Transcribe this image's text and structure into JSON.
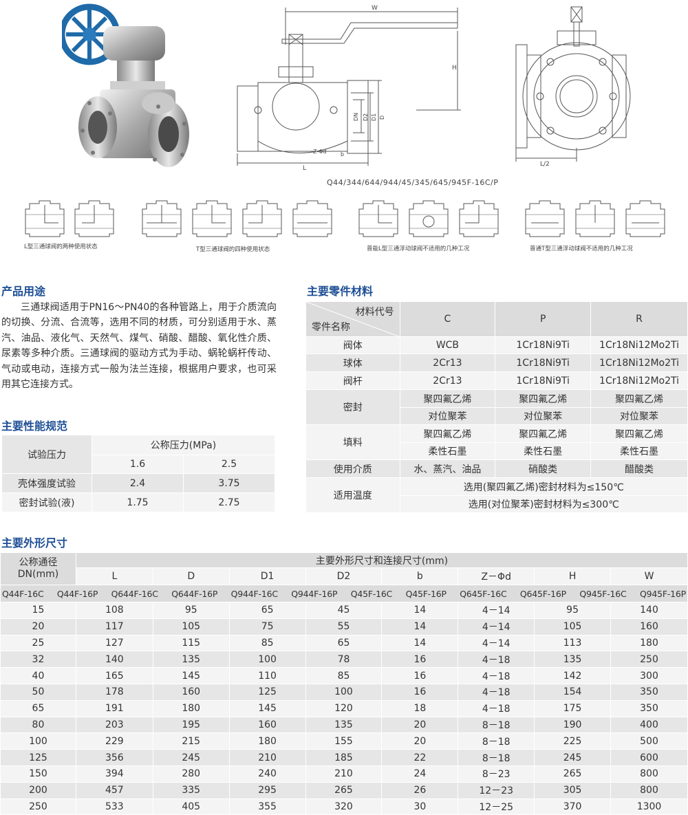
{
  "diagram": {
    "model_caption": "Q44/344/644/944/45/345/645/945F-16C/P",
    "dim_labels": {
      "W": "W",
      "H": "H",
      "L": "L",
      "DN": "DN",
      "D2": "D2",
      "D1": "D1",
      "D": "D",
      "ZD": "Z-Φd",
      "b": "b",
      "L2": "L/2"
    },
    "captions": [
      "L型三通球阀的两种使用状态",
      "T型三通球阀的四种使用状态",
      "普能L型三通浮动球阀不适用的几种工况",
      "普通T型三通浮动球阀不适用的几种工况"
    ]
  },
  "usage": {
    "title": "产品用途",
    "text": "三通球阀适用于PN16～PN40的各种管路上，用于介质流向的切换、分流、合流等，选用不同的材质，可分别适用于水、蒸汽、油品、液化气、天然气、煤气、硝酸、醋酸、氧化性介质、尿素等多种介质。三通球阀的驱动方式为手动、蜗轮蜗杆传动、气动或电动，连接方式一般为法兰连接，根据用户要求，也可采用其它连接方式。"
  },
  "perf": {
    "title": "主要性能规范",
    "label": "试验压力",
    "pressure_header": "公称压力(MPa)",
    "p1": "1.6",
    "p2": "2.5",
    "rows": [
      {
        "name": "壳体强度试验",
        "v1": "2.4",
        "v2": "3.75"
      },
      {
        "name": "密封试验(液)",
        "v1": "1.75",
        "v2": "2.75"
      }
    ]
  },
  "materials": {
    "title": "主要零件材料",
    "corner_top": "材料代号",
    "corner_bottom": "零件名称",
    "cols": [
      "C",
      "P",
      "R"
    ],
    "body": {
      "name": "阀体",
      "v": [
        "WCB",
        "1Cr18Ni9Ti",
        "1Cr18Ni12Mo2Ti"
      ]
    },
    "ball": {
      "name": "球体",
      "v": [
        "2Cr13",
        "1Cr18Ni9Ti",
        "1Cr18Ni12Mo2Ti"
      ]
    },
    "stem": {
      "name": "阀杆",
      "v": [
        "2Cr13",
        "1Cr18Ni9Ti",
        "1Cr18Ni12Mo2Ti"
      ]
    },
    "seal": {
      "name": "密封",
      "a": [
        "聚四氟乙烯",
        "聚四氟乙烯",
        "聚四氟乙烯"
      ],
      "b": [
        "对位聚苯",
        "对位聚苯",
        "对位聚苯"
      ]
    },
    "pack": {
      "name": "填料",
      "a": [
        "聚四氟乙烯",
        "聚四氟乙烯",
        "聚四氟乙烯"
      ],
      "b": [
        "柔性石墨",
        "柔性石墨",
        "柔性石墨"
      ]
    },
    "medium": {
      "name": "使用介质",
      "v": [
        "水、蒸汽、油品",
        "硝酸类",
        "醋酸类"
      ]
    },
    "temp": {
      "name": "适用温度",
      "a": "选用(聚四氟乙烯)密封材料为≤150℃",
      "b": "选用(对位聚苯)密封材料为≤300℃"
    }
  },
  "dims": {
    "title": "主要外形尺寸",
    "dn_header": "公称通径\nDN(mm)",
    "group_header": "主要外形尺寸和连接尺寸(mm)",
    "cols": [
      "L",
      "D",
      "D1",
      "D2",
      "b",
      "Z－Φd",
      "H",
      "W"
    ],
    "models": [
      "Q44F-16C",
      "Q44F-16P",
      "Q644F-16C",
      "Q644F-16P",
      "Q944F-16C",
      "Q944F-16P",
      "Q45F-16C",
      "Q45F-16P",
      "Q645F-16C",
      "Q645F-16P",
      "Q945F-16C",
      "Q945F-16P"
    ],
    "rows": [
      [
        "15",
        "108",
        "95",
        "65",
        "45",
        "14",
        "4－14",
        "95",
        "140"
      ],
      [
        "20",
        "117",
        "105",
        "75",
        "55",
        "14",
        "4－14",
        "105",
        "160"
      ],
      [
        "25",
        "127",
        "115",
        "85",
        "65",
        "14",
        "4－14",
        "113",
        "180"
      ],
      [
        "32",
        "140",
        "135",
        "100",
        "78",
        "16",
        "4－18",
        "135",
        "250"
      ],
      [
        "40",
        "165",
        "145",
        "110",
        "85",
        "16",
        "4－18",
        "142",
        "300"
      ],
      [
        "50",
        "178",
        "160",
        "125",
        "100",
        "16",
        "4－18",
        "154",
        "350"
      ],
      [
        "65",
        "191",
        "180",
        "145",
        "120",
        "18",
        "4－18",
        "175",
        "350"
      ],
      [
        "80",
        "203",
        "195",
        "160",
        "135",
        "20",
        "8－18",
        "190",
        "400"
      ],
      [
        "100",
        "229",
        "215",
        "180",
        "155",
        "20",
        "8－18",
        "225",
        "500"
      ],
      [
        "125",
        "356",
        "245",
        "210",
        "185",
        "22",
        "8－18",
        "245",
        "600"
      ],
      [
        "150",
        "394",
        "280",
        "240",
        "210",
        "24",
        "8－23",
        "265",
        "800"
      ],
      [
        "200",
        "457",
        "335",
        "295",
        "265",
        "26",
        "12－23",
        "305",
        "800"
      ],
      [
        "250",
        "533",
        "405",
        "355",
        "320",
        "30",
        "12－25",
        "370",
        "1300"
      ]
    ]
  }
}
